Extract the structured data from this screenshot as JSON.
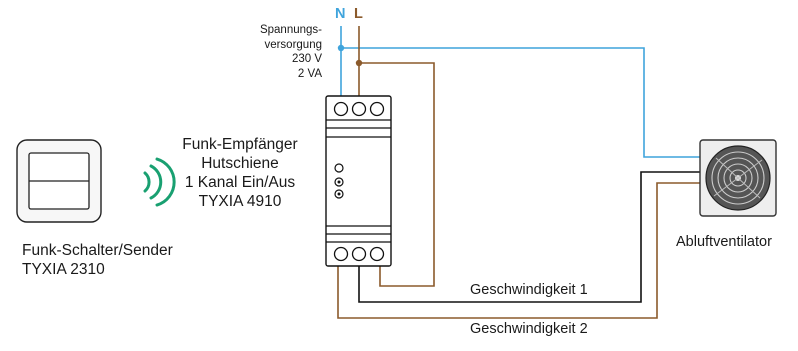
{
  "power": {
    "label_lines": [
      "Spannungs-",
      "versorgung",
      "230 V",
      "2 VA"
    ],
    "n_label": "N",
    "l_label": "L"
  },
  "receiver": {
    "label_lines": [
      "Funk-Empfänger",
      "Hutschiene",
      "1 Kanal Ein/Aus",
      "TYXIA 4910"
    ]
  },
  "switch": {
    "label_lines": [
      "Funk-Schalter/Sender",
      "TYXIA 2310"
    ]
  },
  "fan": {
    "label": "Abluftventilator"
  },
  "speeds": {
    "speed1": "Geschwindigkeit 1",
    "speed2": "Geschwindigkeit 2"
  },
  "colors": {
    "neutral": "#3fa4dc",
    "live": "#8b5a2b",
    "black": "#111111",
    "signal": "#19a071"
  }
}
